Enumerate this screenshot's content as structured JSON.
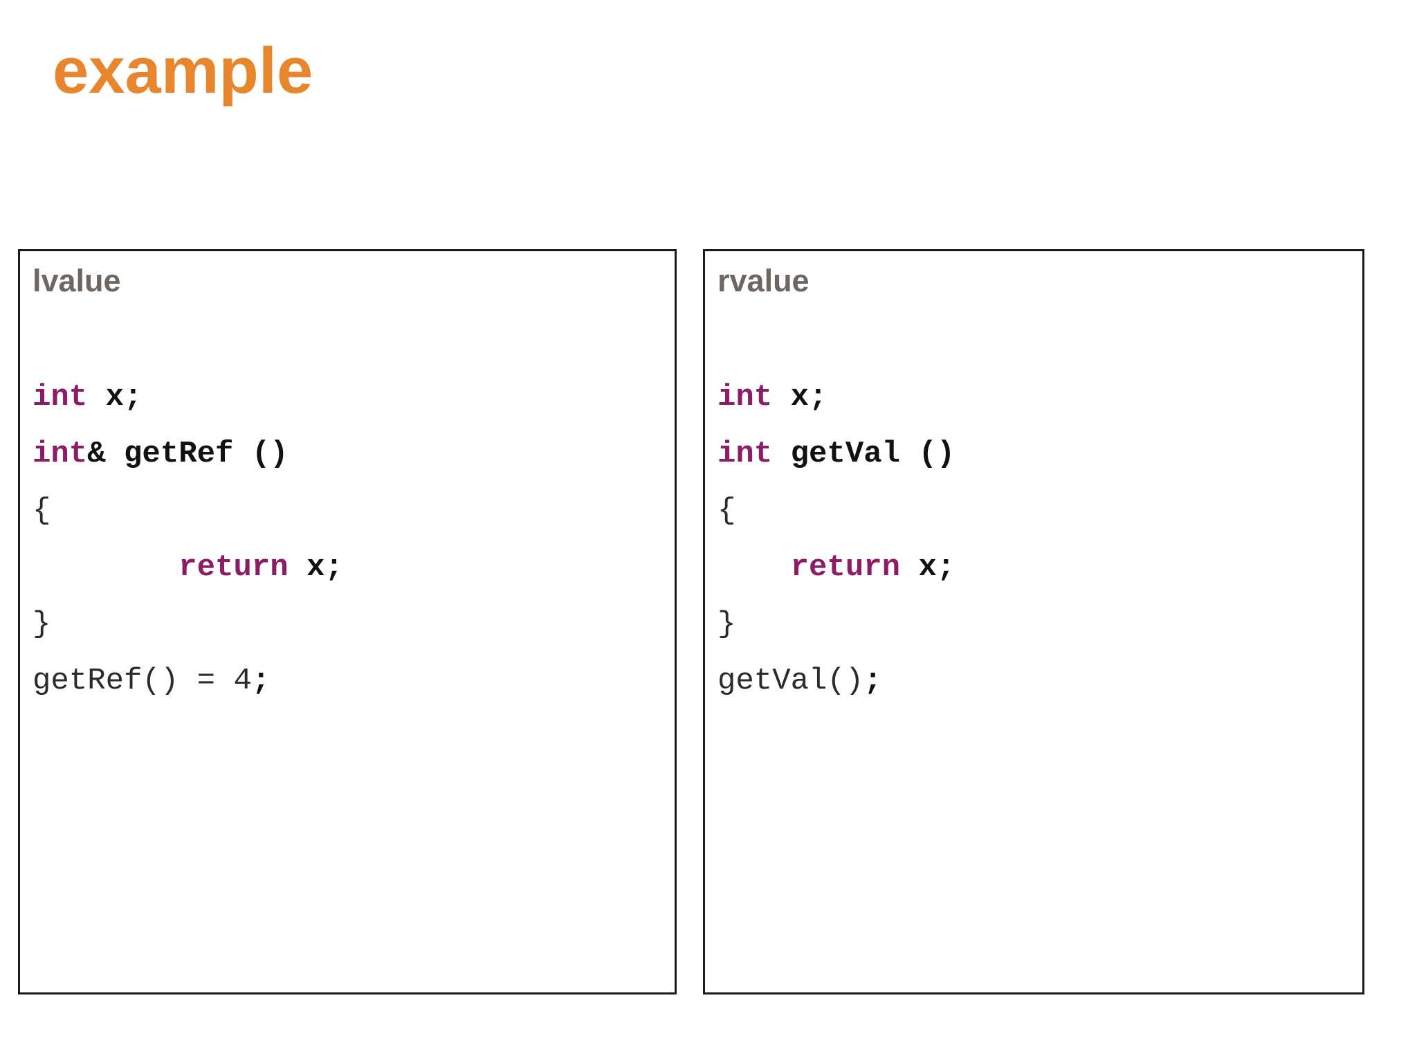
{
  "title": "example",
  "colors": {
    "background": "#ffffff",
    "title": "#e8862d",
    "label": "#6d6661",
    "keyword": "#8d1c66",
    "code_bold": "#111111",
    "code_plain": "#2b2b2b",
    "panel_border": "#1a1a1a"
  },
  "panels": [
    {
      "label": "lvalue",
      "code_text": "int x;\nint& getRef ()\n{\n        return x;\n}\ngetRef() = 4;",
      "code_lines": [
        [
          {
            "cls": "kw",
            "text": "int"
          },
          {
            "cls": "b",
            "text": " x;"
          }
        ],
        [
          {
            "cls": "kw",
            "text": "int"
          },
          {
            "cls": "b",
            "text": "& getRef ()"
          }
        ],
        [
          {
            "cls": "plain",
            "text": "{"
          }
        ],
        [
          {
            "cls": "plain",
            "text": "        "
          },
          {
            "cls": "kw",
            "text": "return"
          },
          {
            "cls": "b",
            "text": " x;"
          }
        ],
        [
          {
            "cls": "plain",
            "text": "}"
          }
        ],
        [
          {
            "cls": "plain",
            "text": "getRef() = 4"
          },
          {
            "cls": "b",
            "text": ";"
          }
        ]
      ]
    },
    {
      "label": "rvalue",
      "code_text": "int x;\nint getVal ()\n{\n    return x;\n}\ngetVal();",
      "code_lines": [
        [
          {
            "cls": "kw",
            "text": "int"
          },
          {
            "cls": "b",
            "text": " x;"
          }
        ],
        [
          {
            "cls": "kw",
            "text": "int"
          },
          {
            "cls": "b",
            "text": " getVal ()"
          }
        ],
        [
          {
            "cls": "plain",
            "text": "{"
          }
        ],
        [
          {
            "cls": "plain",
            "text": "    "
          },
          {
            "cls": "kw",
            "text": "return"
          },
          {
            "cls": "b",
            "text": " x;"
          }
        ],
        [
          {
            "cls": "plain",
            "text": "}"
          }
        ],
        [
          {
            "cls": "plain",
            "text": "getVal()"
          },
          {
            "cls": "b",
            "text": ";"
          }
        ]
      ]
    }
  ]
}
